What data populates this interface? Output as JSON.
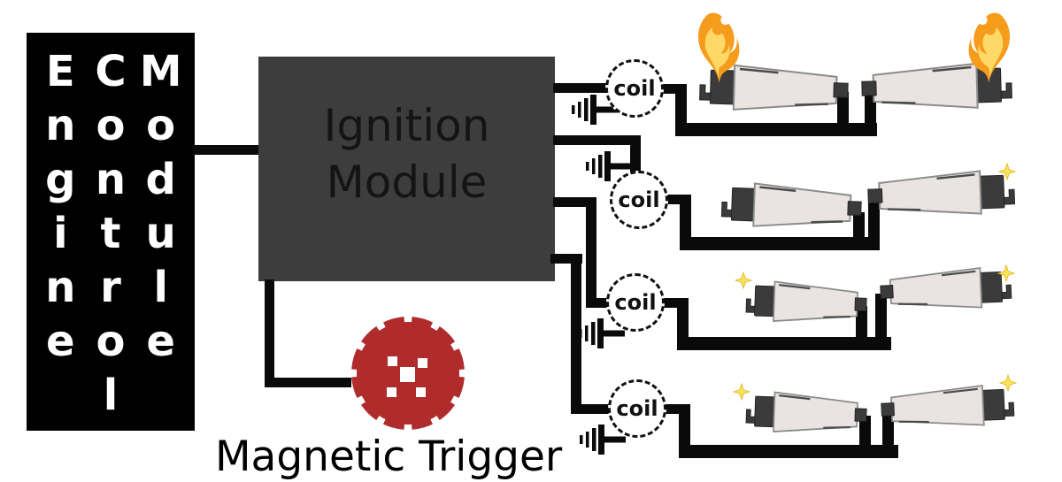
{
  "ecm": {
    "columns": [
      [
        "E",
        "n",
        "g",
        "i",
        "n",
        "e"
      ],
      [
        "C",
        "o",
        "n",
        "t",
        "r",
        "o",
        "l"
      ],
      [
        "M",
        "o",
        "d",
        "u",
        "l",
        "e"
      ]
    ]
  },
  "ignition_module": {
    "line1": "Ignition",
    "line2": "Module"
  },
  "coil": {
    "label": "coil"
  },
  "magnetic_trigger": {
    "label": "Magnetic Trigger"
  },
  "colors": {
    "wire": "#0a0a0a",
    "ecm_bg": "#000000",
    "ecm_text": "#ffffff",
    "module_bg": "#3d3d3d",
    "module_text": "#141414",
    "trigger_red": "#b02c2c",
    "flame_outer": "#f69c1c",
    "flame_inner": "#ffd966",
    "spark": "#f3e65c",
    "plug_body": "#e9e3e1",
    "plug_dark": "#3b3b3b",
    "plug_line": "#4a4a4a"
  }
}
